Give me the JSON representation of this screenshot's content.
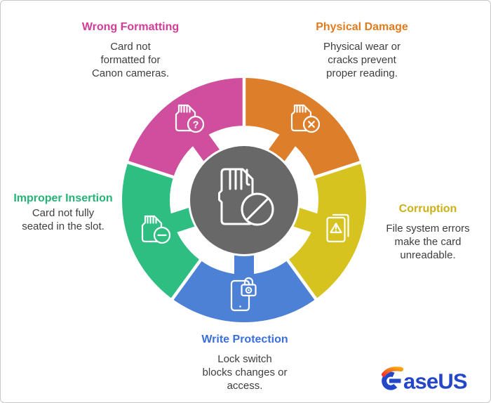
{
  "page": {
    "background": "#ffffff",
    "border_color": "#c8c8c8"
  },
  "diagram": {
    "center": {
      "icon": "sd-card-blocked-icon",
      "fill": "#686868"
    },
    "segments": [
      {
        "id": "wrong-formatting",
        "title": "Wrong Formatting",
        "description": "Card not\nformatted for\nCanon cameras.",
        "color": "#cf4f9e",
        "title_color": "#d33d98",
        "icon": "sd-card-question-icon",
        "start_angle": -72,
        "end_angle": 0
      },
      {
        "id": "physical-damage",
        "title": "Physical Damage",
        "description": "Physical wear or\ncracks prevent\nproper reading.",
        "color": "#dd7e2a",
        "title_color": "#e07c20",
        "icon": "sd-card-cross-icon",
        "start_angle": 0,
        "end_angle": 72
      },
      {
        "id": "corruption",
        "title": "Corruption",
        "description": "File system errors\nmake the card\nunreadable.",
        "color": "#d7c31f",
        "title_color": "#cbb117",
        "icon": "file-warning-icon",
        "start_angle": 72,
        "end_angle": 144
      },
      {
        "id": "write-protection",
        "title": "Write Protection",
        "description": "Lock switch\nblocks changes or\naccess.",
        "color": "#4c81d6",
        "title_color": "#3b6fd9",
        "icon": "phone-lock-icon",
        "start_angle": 144,
        "end_angle": 216
      },
      {
        "id": "improper-insertion",
        "title": "Improper Insertion",
        "description": "Card not fully\nseated in the slot.",
        "color": "#2fbe82",
        "title_color": "#27b278",
        "icon": "sd-card-minus-icon",
        "start_angle": 216,
        "end_angle": 288
      }
    ]
  },
  "logo": {
    "brand": "EaseUS",
    "suffix_text": "aseUS",
    "blue": "#2447c9",
    "gradient_start": "#ed3b31",
    "gradient_end": "#fca50f"
  }
}
